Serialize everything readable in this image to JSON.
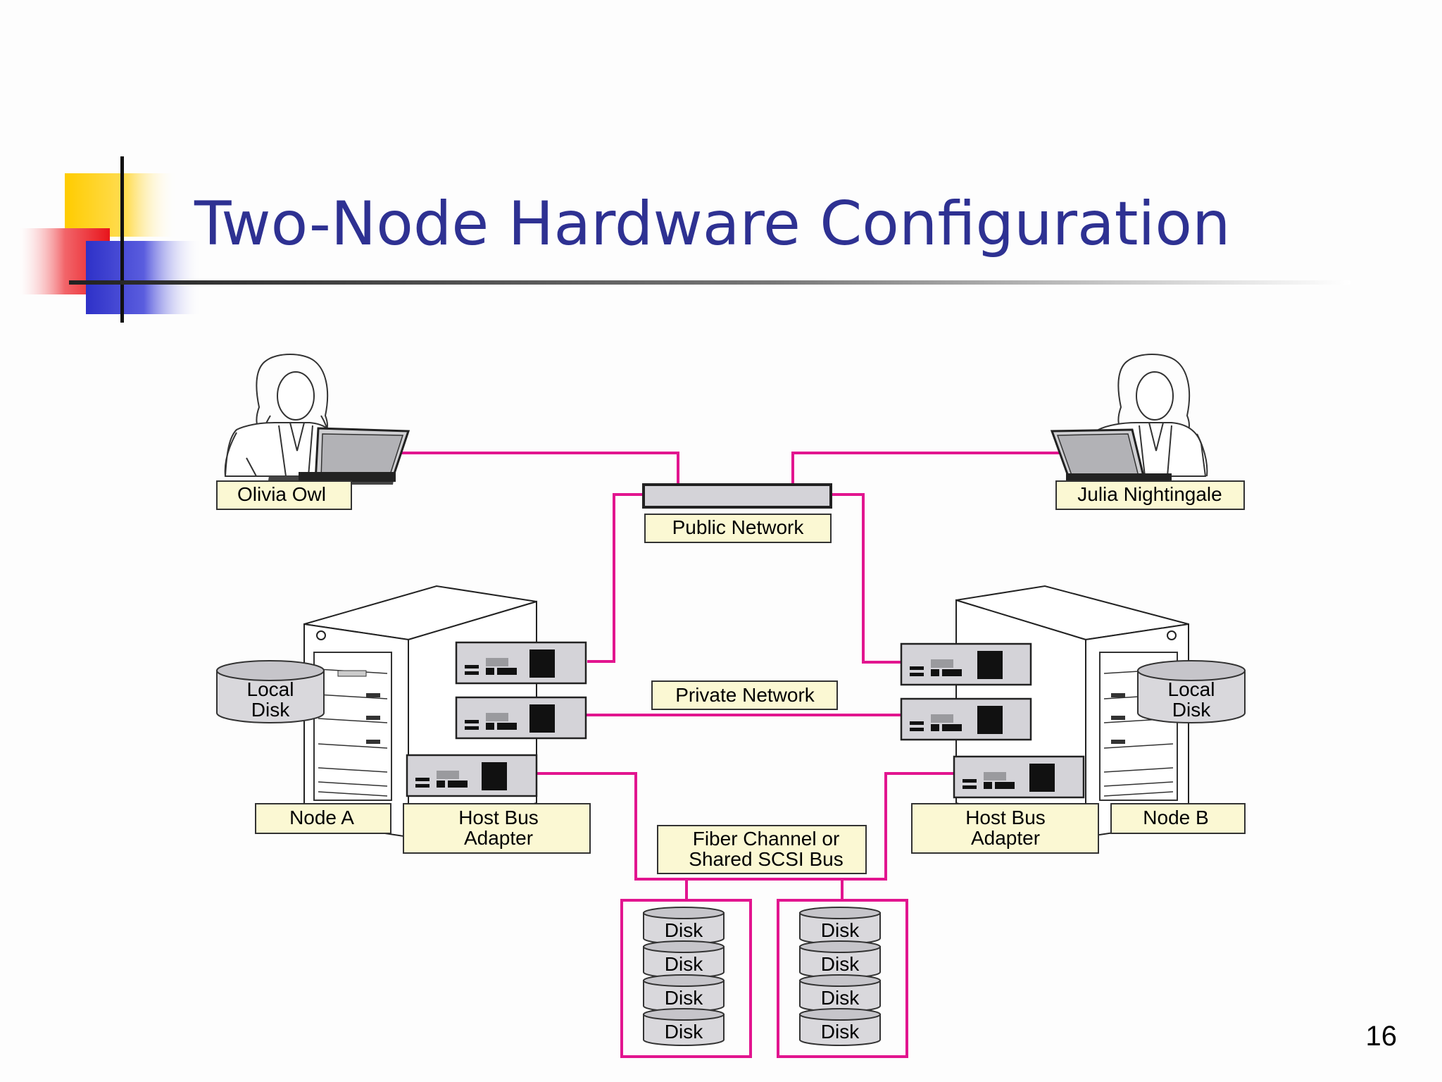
{
  "slide": {
    "title": "Two-Node Hardware Configuration",
    "page_number": "16"
  },
  "users": {
    "left": "Olivia Owl",
    "right": "Julia Nightingale"
  },
  "networks": {
    "public": "Public Network",
    "private": "Private Network",
    "shared_bus_line1": "Fiber Channel or",
    "shared_bus_line2": "Shared SCSI Bus"
  },
  "node_a": {
    "name": "Node A",
    "local_disk_line1": "Local",
    "local_disk_line2": "Disk",
    "hba_line1": "Host Bus",
    "hba_line2": "Adapter"
  },
  "node_b": {
    "name": "Node B",
    "local_disk_line1": "Local",
    "local_disk_line2": "Disk",
    "hba_line1": "Host Bus",
    "hba_line2": "Adapter"
  },
  "disk_arrays": {
    "left": [
      "Disk",
      "Disk",
      "Disk",
      "Disk"
    ],
    "right": [
      "Disk",
      "Disk",
      "Disk",
      "Disk"
    ]
  },
  "colors": {
    "title": "#2e3192",
    "wire": "#e2158f",
    "label_fill": "#fbf8d3",
    "deco_yellow": "#ffcc00",
    "deco_red": "#e8141b",
    "deco_blue": "#2e31c8"
  }
}
